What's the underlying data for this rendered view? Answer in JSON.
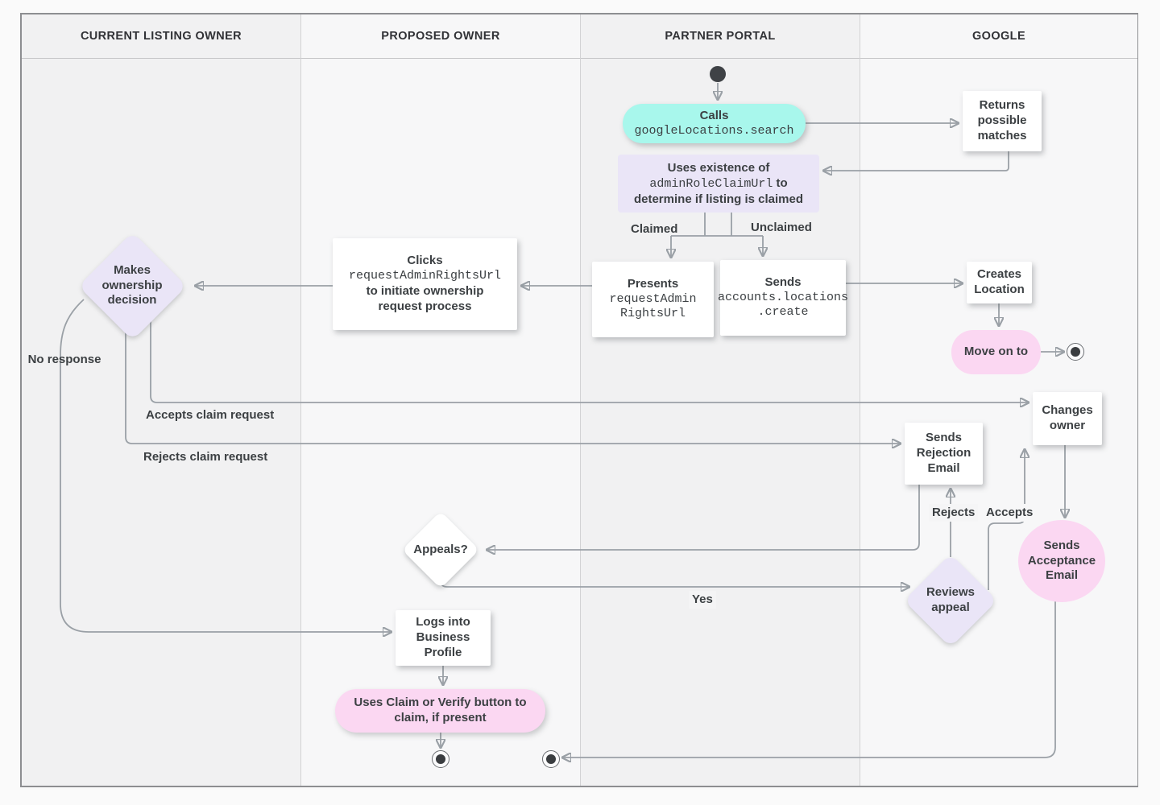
{
  "lanes": [
    {
      "label": "CURRENT LISTING OWNER"
    },
    {
      "label": "PROPOSED OWNER"
    },
    {
      "label": "PARTNER PORTAL"
    },
    {
      "label": "GOOGLE"
    }
  ],
  "nodes": {
    "calls": {
      "label": "Calls",
      "code": "googleLocations.search"
    },
    "returns_matches": {
      "label": "Returns possible matches"
    },
    "uses_existence": {
      "pre": "Uses existence of",
      "code": "adminRoleClaimUrl",
      "post": "to determine if listing is claimed"
    },
    "presents": {
      "label": "Presents",
      "code_lines": [
        "requestAdmin",
        "RightsUrl"
      ]
    },
    "sends_create": {
      "label": "Sends",
      "code_lines": [
        "accounts.locations",
        ".create"
      ]
    },
    "clicks": {
      "label": "Clicks",
      "code": "requestAdminRightsUrl",
      "post": "to initiate ownership request process"
    },
    "makes_decision": {
      "label": "Makes ownership decision"
    },
    "creates_location": {
      "label": "Creates Location"
    },
    "move_on": {
      "label": "Move on to"
    },
    "changes_owner": {
      "label": "Changes owner"
    },
    "sends_rejection": {
      "label": "Sends Rejection Email"
    },
    "sends_acceptance": {
      "label": "Sends Acceptance Email"
    },
    "appeals": {
      "label": "Appeals?"
    },
    "reviews_appeal": {
      "label": "Reviews appeal"
    },
    "logs_into": {
      "label": "Logs into Business Profile"
    },
    "uses_claim": {
      "label": "Uses Claim or Verify button to claim, if present"
    }
  },
  "edge_labels": {
    "claimed": "Claimed",
    "unclaimed": "Unclaimed",
    "no_response": "No response",
    "accepts_claim": "Accepts claim request",
    "rejects_claim": "Rejects claim request",
    "rejects": "Rejects",
    "accepts": "Accepts",
    "yes": "Yes"
  },
  "colors": {
    "teal": "#a8f7ec",
    "lavender": "#eae5f7",
    "pink": "#fbd7f2",
    "line": "#9aa0a6",
    "arrow": "#80868b",
    "text": "#3c4043"
  }
}
